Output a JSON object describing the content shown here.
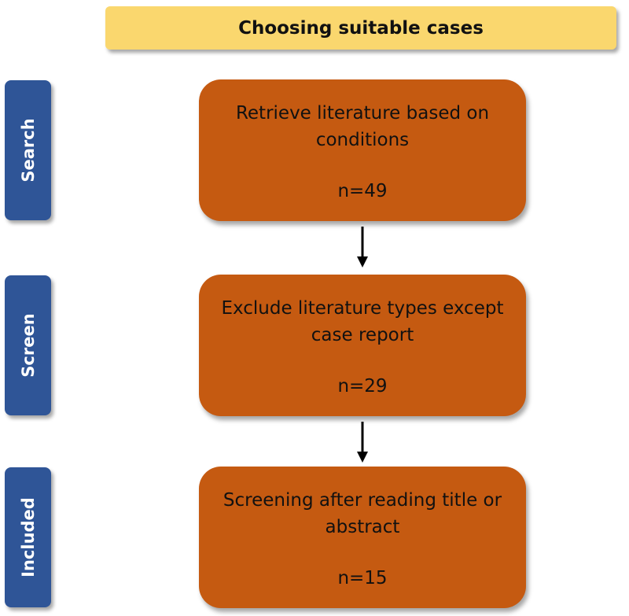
{
  "header": {
    "title": "Choosing suitable cases"
  },
  "stages": [
    {
      "label": "Search",
      "box_text": "Retrieve literature based on conditions",
      "count": "n=49"
    },
    {
      "label": "Screen",
      "box_text": "Exclude literature types except case report",
      "count": "n=29"
    },
    {
      "label": "Included",
      "box_text": "Screening after reading title or abstract",
      "count": "n=15"
    }
  ],
  "colors": {
    "header_fill": "#fad76e",
    "stage_fill": "#2f5597",
    "box_fill": "#c55a11",
    "arrow": "#000000"
  }
}
